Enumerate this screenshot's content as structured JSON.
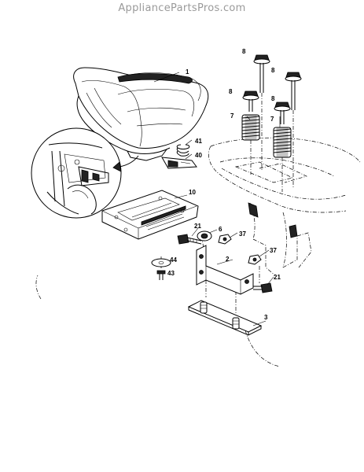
{
  "watermark": "AppliancePartsPros.com",
  "callouts": {
    "c1": "1",
    "c2": "2",
    "c3": "3",
    "c6": "6",
    "c7a": "7",
    "c7b": "7",
    "c8a": "8",
    "c8b": "8",
    "c8c": "8",
    "c8d": "8",
    "c10": "10",
    "c21a": "21",
    "c21b": "21",
    "c37a": "37",
    "c37b": "37",
    "c40": "40",
    "c41": "41",
    "c43": "43",
    "c44": "44"
  }
}
